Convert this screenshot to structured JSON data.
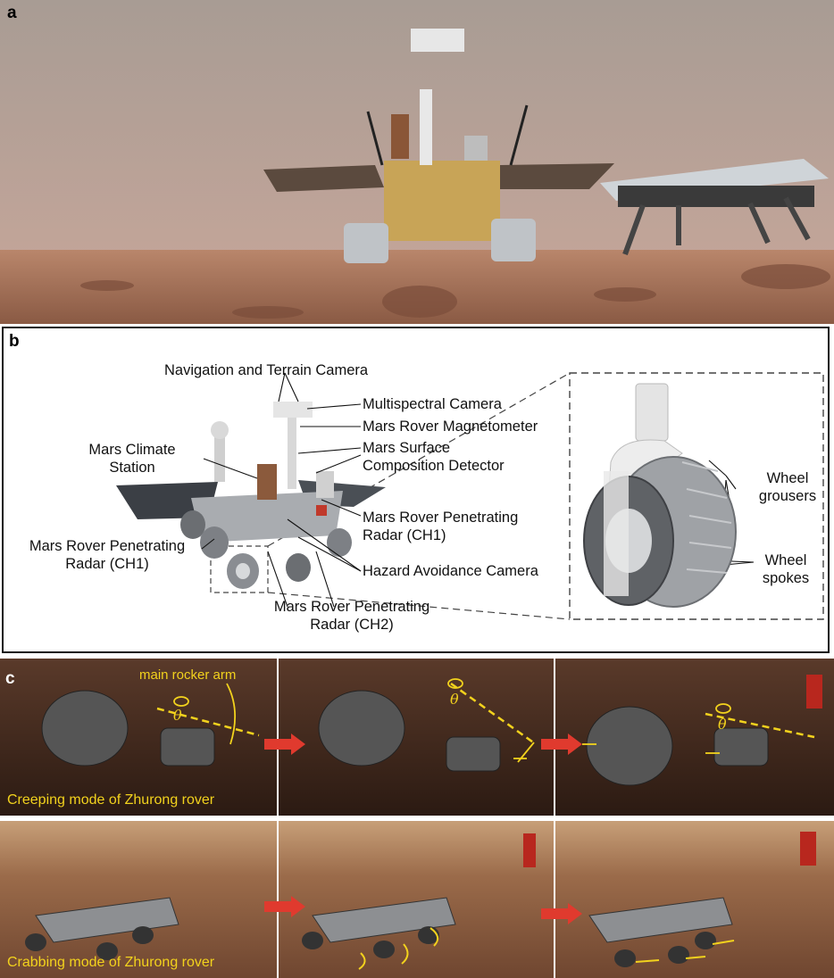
{
  "panel_a": {
    "label": "a"
  },
  "panel_b": {
    "label": "b",
    "labels": {
      "nav_camera": "Navigation and Terrain Camera",
      "multispectral": "Multispectral Camera",
      "magnetometer": "Mars Rover Magnetometer",
      "surface_line1": "Mars Surface",
      "surface_line2": "Composition Detector",
      "climate_line1": "Mars Climate",
      "climate_line2": "Station",
      "radar_right_line1": "Mars Rover Penetrating",
      "radar_right_line2": "Radar (CH1)",
      "radar_left_line1": "Mars Rover Penetrating",
      "radar_left_line2": "Radar (CH1)",
      "hazard": "Hazard Avoidance Camera",
      "radar_ch2_line1": "Mars Rover Penetrating",
      "radar_ch2_line2": "Radar (CH2)",
      "grousers_line1": "Wheel",
      "grousers_line2": "grousers",
      "spokes_line1": "Wheel",
      "spokes_line2": "spokes"
    }
  },
  "panel_c": {
    "label": "c",
    "rocker_arm": "main rocker arm",
    "theta": "θ",
    "creeping_caption": "Creeping mode of Zhurong rover",
    "crabbing_caption": "Crabbing mode of Zhurong rover"
  }
}
